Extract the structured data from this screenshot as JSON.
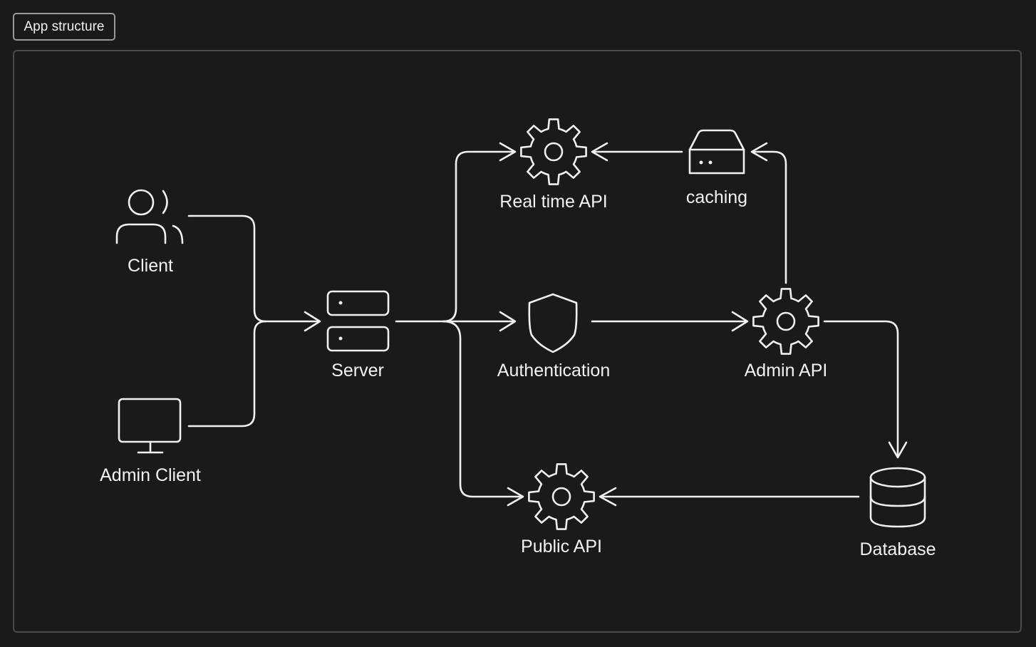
{
  "frame": {
    "label": "App structure"
  },
  "nodes": {
    "client": {
      "label": "Client",
      "icon": "users-icon"
    },
    "admin_client": {
      "label": "Admin Client",
      "icon": "monitor-icon"
    },
    "server": {
      "label": "Server",
      "icon": "server-icon"
    },
    "realtime_api": {
      "label": "Real time API",
      "icon": "gear-icon"
    },
    "caching": {
      "label": "caching",
      "icon": "hard-drive-icon"
    },
    "authentication": {
      "label": "Authentication",
      "icon": "shield-icon"
    },
    "admin_api": {
      "label": "Admin API",
      "icon": "gear-icon"
    },
    "public_api": {
      "label": "Public API",
      "icon": "gear-icon"
    },
    "database": {
      "label": "Database",
      "icon": "database-icon"
    }
  },
  "edges": [
    {
      "from": "Client",
      "to": "Server"
    },
    {
      "from": "Admin Client",
      "to": "Server"
    },
    {
      "from": "Server",
      "to": "Real time API"
    },
    {
      "from": "Server",
      "to": "Authentication"
    },
    {
      "from": "Server",
      "to": "Public API"
    },
    {
      "from": "Authentication",
      "to": "Admin API"
    },
    {
      "from": "Admin API",
      "to": "caching"
    },
    {
      "from": "caching",
      "to": "Real time API"
    },
    {
      "from": "Admin API",
      "to": "Database"
    },
    {
      "from": "Database",
      "to": "Public API"
    }
  ],
  "colors": {
    "background": "#1a1a1a",
    "stroke": "#f0f0f0",
    "frame_border": "#4a4a4a"
  }
}
